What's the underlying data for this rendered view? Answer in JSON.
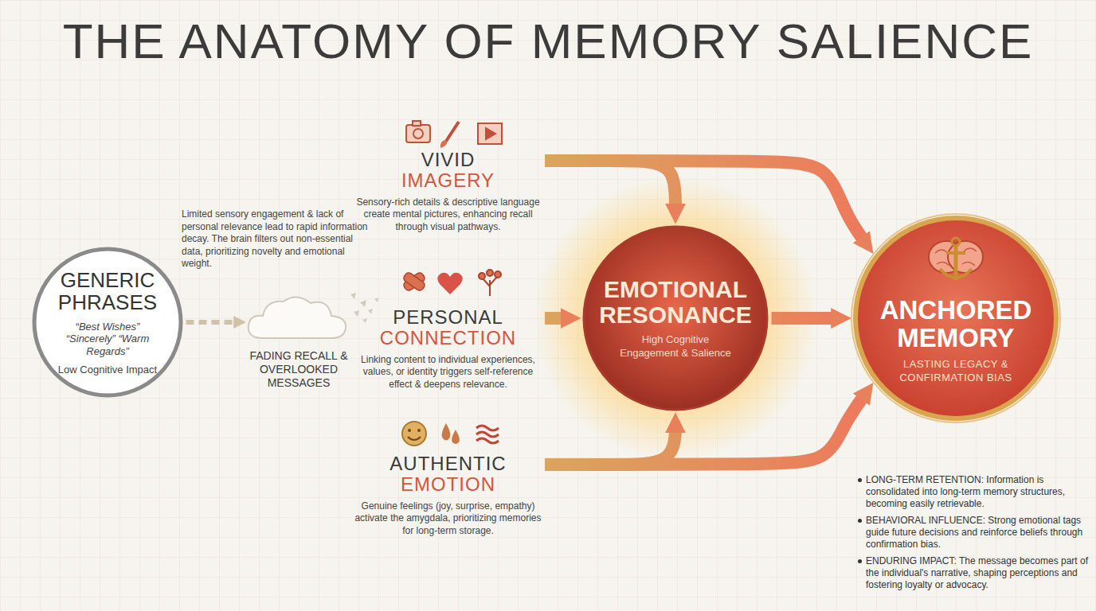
{
  "diagram": {
    "title": "THE ANATOMY OF MEMORY SALIENCE",
    "nodes": [
      {
        "text": [
          "GENERIC PHRASES",
          "“Best Wishes” “Sincerely” “Warm Regards”",
          "Low Cognitive Impact"
        ]
      },
      {
        "text": [
          "FADING RECALL & OVERLOOKED MESSAGES"
        ]
      },
      {
        "text": [
          "VIVID IMAGERY",
          "Sensory-rich details & descriptive language create mental pictures, enhancing recall through visual pathways."
        ]
      },
      {
        "text": [
          "PERSONAL CONNECTION",
          "Linking content to individual experiences, values, or identity triggers self-reference effect & deepens relevance."
        ]
      },
      {
        "text": [
          "AUTHENTIC EMOTION",
          "Genuine feelings (joy, surprise, empathy) activate the amygdala, prioritizing memories for long-term storage."
        ]
      },
      {
        "text": [
          "EMOTIONAL RESONANCE",
          "High Cognitive Engagement & Salience"
        ]
      },
      {
        "text": [
          "ANCHORED MEMORY",
          "LASTING LEGACY & CONFIRMATION BIAS"
        ]
      }
    ],
    "edges": [
      {
        "from": 0,
        "to": 1,
        "arrow": "to"
      },
      {
        "from": 2,
        "to": 5,
        "arrow": "to"
      },
      {
        "from": 2,
        "to": 6,
        "arrow": "to"
      },
      {
        "from": 3,
        "to": 5,
        "arrow": "to"
      },
      {
        "from": 4,
        "to": 5,
        "arrow": "to"
      },
      {
        "from": 4,
        "to": 6,
        "arrow": "to"
      },
      {
        "from": 5,
        "to": 6,
        "arrow": "to"
      }
    ],
    "labels": [
      "Limited sensory engagement & lack of personal relevance lead to rapid information decay. The brain filters out non-essential data, prioritizing novelty and emotional weight.",
      "LONG-TERM RETENTION: Information is consolidated into long-term memory structures, becoming easily retrievable.",
      "BEHAVIORAL INFLUENCE: Strong emotional tags guide future decisions and reinforce beliefs through confirmation bias.",
      "ENDURING IMPACT: The message becomes part of the individual's narrative, shaping perceptions and fostering loyalty or advocacy."
    ]
  }
}
